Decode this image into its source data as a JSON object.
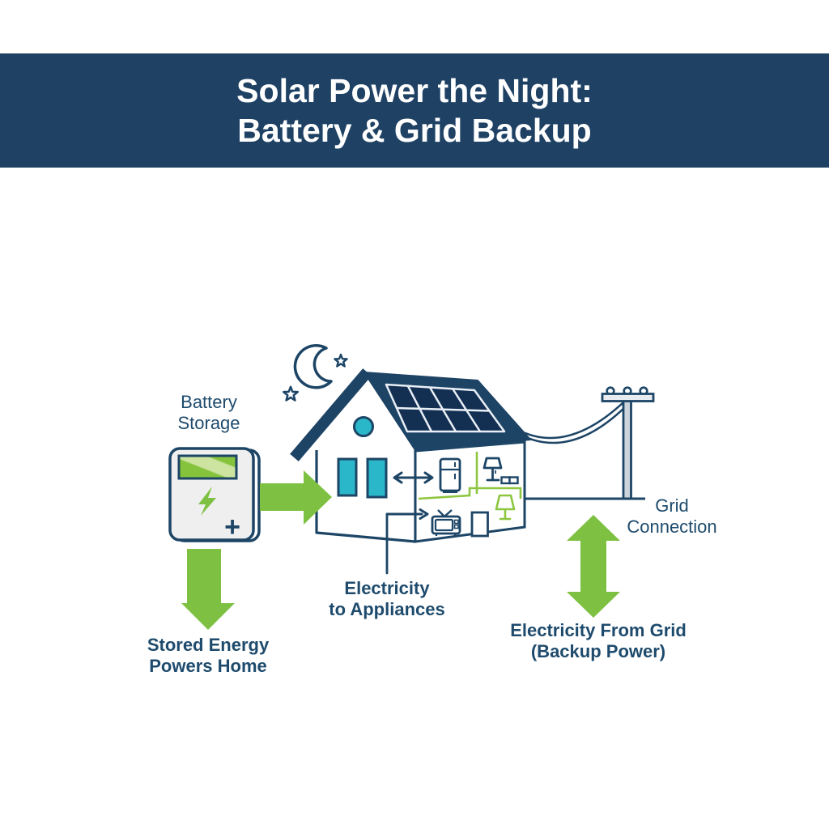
{
  "header": {
    "title_line1": "Solar Power the Night:",
    "title_line2": "Battery & Grid Backup"
  },
  "labels": {
    "battery_storage": {
      "line1": "Battery",
      "line2": "Storage"
    },
    "grid_connection": {
      "line1": "Grid",
      "line2": "Connection"
    },
    "electricity_to_appliances": {
      "line1": "Electricity",
      "line2": "to Appliances"
    },
    "stored_energy": {
      "line1": "Stored Energy",
      "line2": "Powers Home"
    },
    "electricity_from_grid": {
      "line1": "Electricity From Grid",
      "line2": "(Backup Power)"
    },
    "battery_plus": "+"
  },
  "colors": {
    "banner_bg": "#1e4164",
    "banner_text": "#ffffff",
    "outline_navy": "#1d4566",
    "label_navy": "#1e4b6d",
    "roof_navy": "#1d4365",
    "panel_navy": "#133053",
    "accent_green": "#7ec142",
    "wire_green": "#8dc63f",
    "teal": "#2ab7c9",
    "battery_body": "#efefef",
    "pole_gray": "#ccd3da"
  },
  "icons": {
    "moon": "crescent-moon",
    "stars": "outline-star",
    "battery": "battery-unit-with-lightning-bolt",
    "solar_panel": "solar-panel-grid-4x2",
    "house": "house-cutaway-interior",
    "fridge": "refrigerator",
    "lamp_upstairs": "table-lamp",
    "lamp_downstairs": "table-lamp-green",
    "tv": "television-with-antenna",
    "door": "door",
    "outlet": "wall-outlet",
    "power_pole": "utility-pole-with-wires",
    "flow_arrows": "green-energy-flow-arrows"
  }
}
